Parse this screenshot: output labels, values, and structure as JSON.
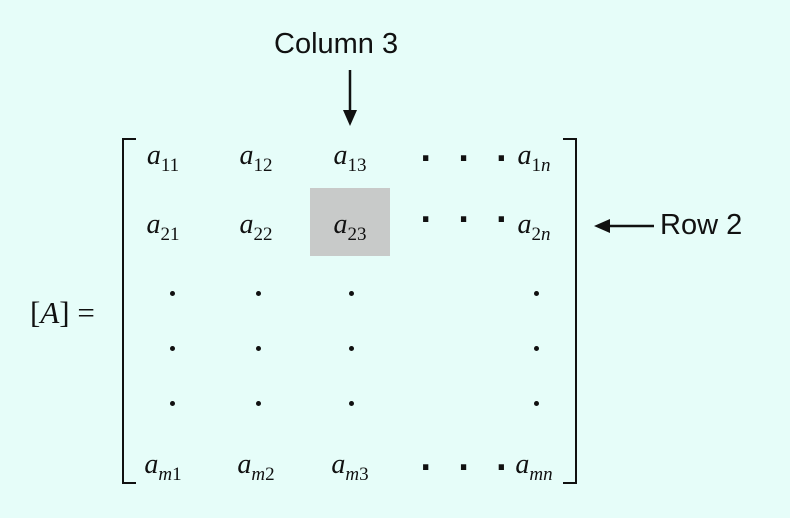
{
  "annotations": {
    "column_label": "Column 3",
    "row_label": "Row 2"
  },
  "matrix": {
    "name": "A",
    "rows": [
      [
        {
          "base": "a",
          "sub": "11"
        },
        {
          "base": "a",
          "sub": "12"
        },
        {
          "base": "a",
          "sub": "13"
        },
        {
          "base": "a",
          "sub": "1",
          "sub_sym": "n"
        }
      ],
      [
        {
          "base": "a",
          "sub": "21"
        },
        {
          "base": "a",
          "sub": "22"
        },
        {
          "base": "a",
          "sub": "23"
        },
        {
          "base": "a",
          "sub": "2",
          "sub_sym": "n"
        }
      ],
      [
        {
          "base": "a",
          "sub_sym": "m",
          "sub": "1"
        },
        {
          "base": "a",
          "sub_sym": "m",
          "sub": "2"
        },
        {
          "base": "a",
          "sub_sym": "m",
          "sub": "3"
        },
        {
          "base": "a",
          "sub_sym": "mn",
          "sub": ""
        }
      ]
    ],
    "ellipsis": ". . .",
    "highlighted_cell": "a23"
  },
  "colors": {
    "background": "#e6fdf9",
    "highlight": "#c8cac9",
    "ink": "#111111"
  }
}
